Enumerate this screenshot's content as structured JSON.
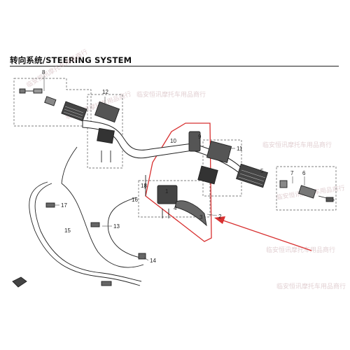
{
  "title": "转向系统/STEERING SYSTEM",
  "watermark": "临安恒讯摩托车用品商行",
  "callouts": [
    "1",
    "2",
    "3",
    "4",
    "5",
    "6",
    "7",
    "8",
    "9",
    "10",
    "11",
    "12",
    "13",
    "14",
    "15",
    "16",
    "17",
    "18"
  ],
  "colors": {
    "line": "#222222",
    "highlight": "#d83030",
    "watermark": "#c9a8ad"
  }
}
